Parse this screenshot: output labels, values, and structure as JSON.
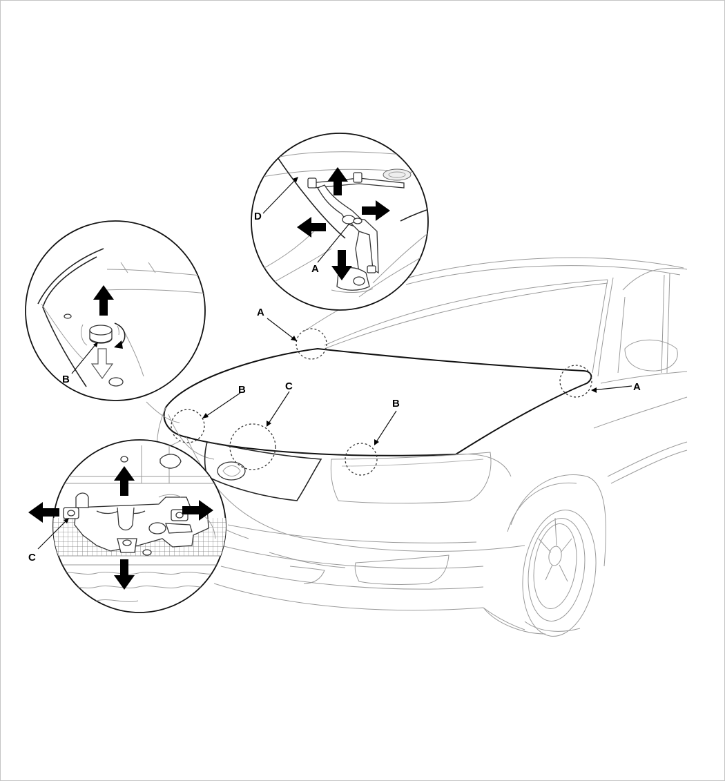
{
  "labels": {
    "a_cowl": "A",
    "a_right": "A",
    "a_hinge": "A",
    "b_left": "B",
    "b_right": "B",
    "b_bumper": "B",
    "c_grille": "C",
    "c_latch": "C",
    "d_hinge": "D"
  },
  "icons": {
    "move_arrow": "arrow-icon",
    "rotate_arrow": "rotate-icon"
  }
}
